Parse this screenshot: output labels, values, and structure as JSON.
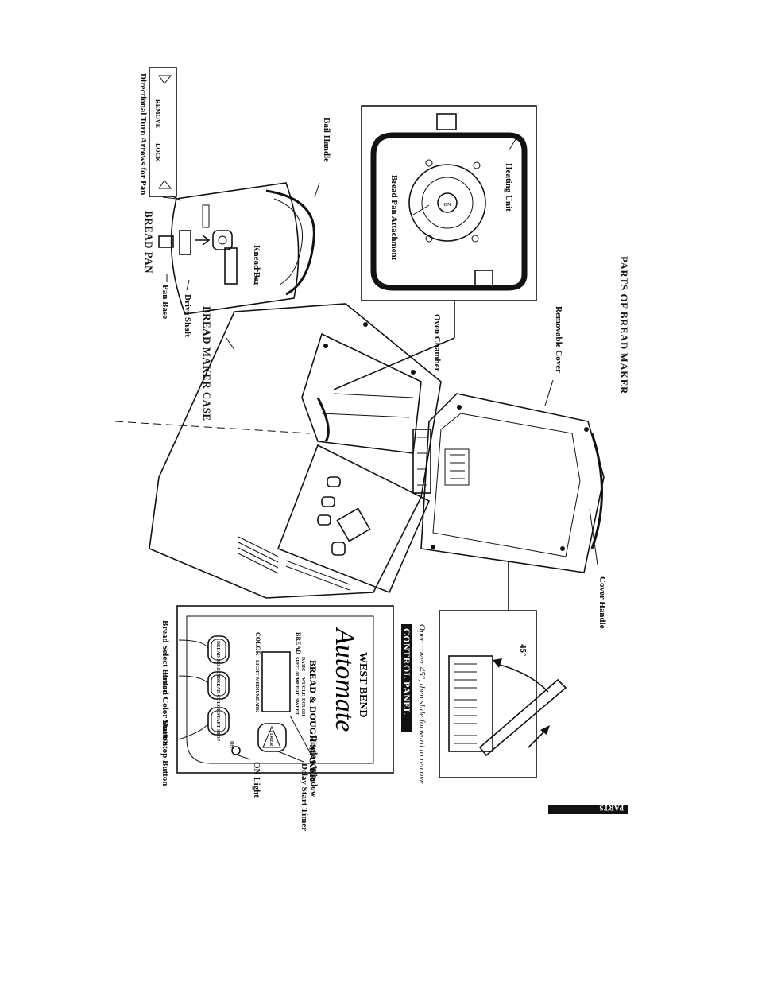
{
  "page": {
    "tab_label": "PARTS",
    "sections": {
      "parts_of_bread_maker": "PARTS OF BREAD MAKER",
      "bread_maker_case": "BREAD MAKER CASE",
      "control_panel": "CONTROL PANEL"
    },
    "callouts": {
      "heating_unit": "Heating Unit",
      "bread_pan_attachment": "Bread Pan Attachment",
      "removable_cover": "Removable Cover",
      "oven_chamber": "Oven Chamber",
      "cover_handle": "Cover Handle",
      "bail_handle": "Bail Handle",
      "knead_bar": "Knead Bar",
      "drive_shaft": "Drive Shaft",
      "pan_base": "Pan Base",
      "bread_pan": "BREAD PAN",
      "directional_arrows": "Directional Turn Arrows for Pan",
      "remove": "REMOVE",
      "lock": "LOCK",
      "display_window": "Display Window",
      "delay_start_timer": "Delay Start Timer",
      "on_light": "ON Light",
      "bread_select_button": "Bread Select Button",
      "bread_color_button": "Bread Color Button",
      "start_stop_button": "Start/Stop Button"
    },
    "cover_note": "Open cover 45°, then slide forward to remove",
    "angle": "45°",
    "control_panel": {
      "brand": "WEST BEND",
      "product": "Automate",
      "subtitle": "BREAD & DOUGH MAKER",
      "bread_row_label": "BREAD",
      "bread_options": [
        "BASIC",
        "WHOLE",
        "DOUGH"
      ],
      "bread_options_2": [
        "SPECIALTY",
        "WHEAT",
        "SWEET"
      ],
      "color_row_label": "COLOR",
      "color_options": [
        "LIGHT",
        "MEDIUM",
        "DARK"
      ],
      "btn_bread_select": "BREAD SELECT",
      "btn_bread_color": "BREAD COLOR",
      "btn_start_stop": "START STOP",
      "btn_timer": "TIMER",
      "on_text": "ON"
    }
  }
}
